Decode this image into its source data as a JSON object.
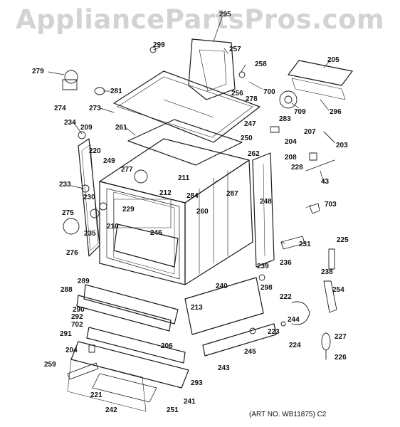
{
  "watermark": "AppliancePartsPros.com",
  "art_no": "(ART NO. WB11875) C2",
  "callouts": [
    "295",
    "299",
    "257",
    "205",
    "258",
    "279",
    "700",
    "281",
    "256",
    "278",
    "274",
    "709",
    "296",
    "273",
    "283",
    "234",
    "209",
    "261",
    "247",
    "204",
    "207",
    "250",
    "203",
    "262",
    "220",
    "208",
    "249",
    "277",
    "211",
    "228",
    "233",
    "212",
    "284",
    "287",
    "43",
    "230",
    "248",
    "229",
    "703",
    "275",
    "260",
    "210",
    "246",
    "235",
    "231",
    "276",
    "225",
    "239",
    "236",
    "238",
    "289",
    "298",
    "288",
    "240",
    "254",
    "222",
    "290",
    "213",
    "292",
    "702",
    "244",
    "223",
    "291",
    "227",
    "206",
    "224",
    "204",
    "245",
    "259",
    "243",
    "226",
    "293",
    "221",
    "242",
    "251",
    "241"
  ]
}
